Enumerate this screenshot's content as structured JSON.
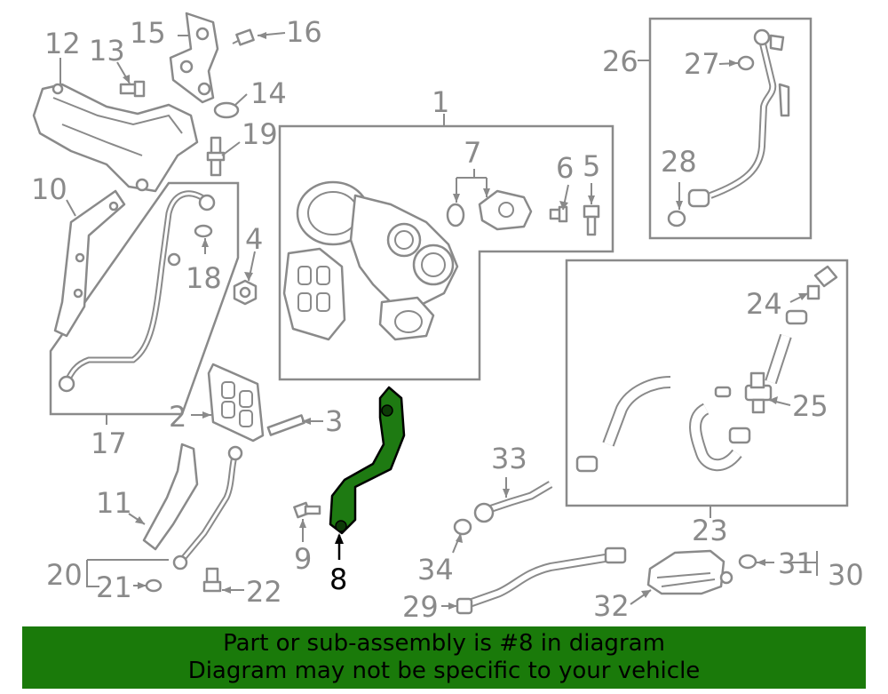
{
  "diagram": {
    "highlighted_part": "8",
    "callouts": {
      "c1": "1",
      "c2": "2",
      "c3": "3",
      "c4": "4",
      "c5": "5",
      "c6": "6",
      "c7": "7",
      "c8": "8",
      "c9": "9",
      "c10": "10",
      "c11": "11",
      "c12": "12",
      "c13": "13",
      "c14": "14",
      "c15": "15",
      "c16": "16",
      "c17": "17",
      "c18": "18",
      "c19": "19",
      "c20": "20",
      "c21": "21",
      "c22": "22",
      "c23": "23",
      "c24": "24",
      "c25": "25",
      "c26": "26",
      "c27": "27",
      "c28": "28",
      "c29": "29",
      "c30": "30",
      "c31": "31",
      "c32": "32",
      "c33": "33",
      "c34": "34"
    }
  },
  "banner": {
    "line1": "Part or sub-assembly is #8 in diagram",
    "line2": "Diagram may not be specific to your vehicle",
    "color": "#1a7a0a"
  },
  "colors": {
    "line": "#8a8a8a",
    "highlight": "#1e7a12"
  }
}
